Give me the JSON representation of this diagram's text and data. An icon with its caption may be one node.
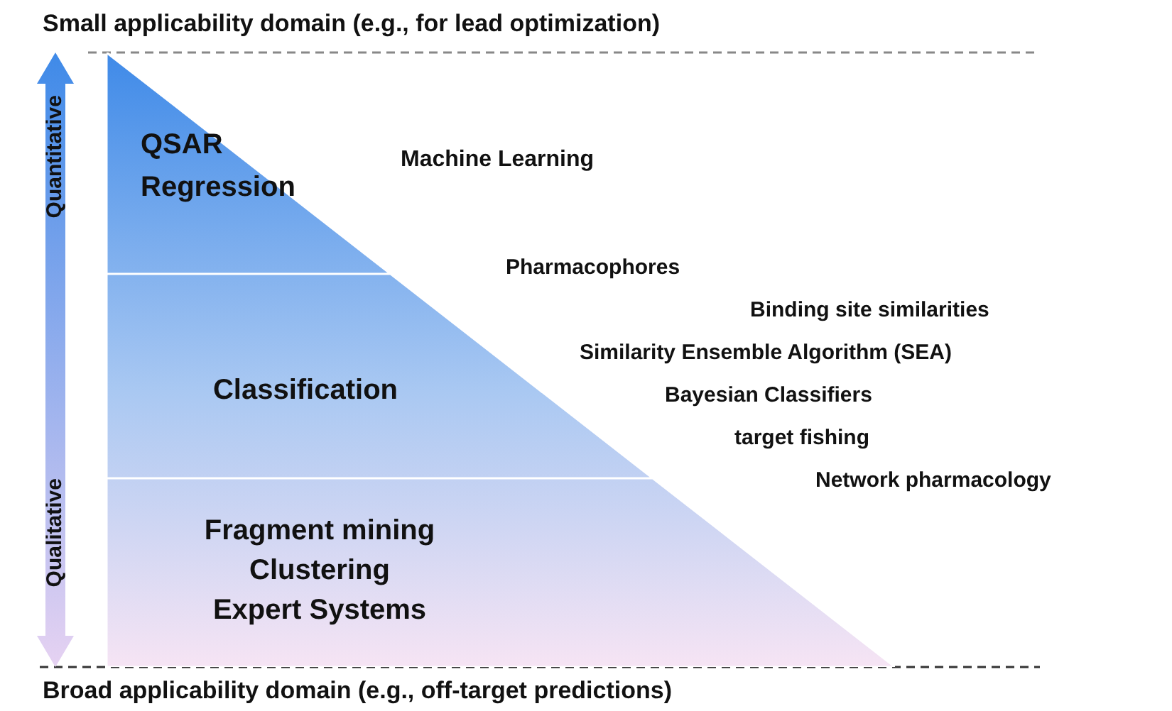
{
  "diagram": {
    "nodes": [
      {
        "text": [
          "QSAR Regression"
        ]
      },
      {
        "text": [
          "Classification"
        ]
      },
      {
        "text": [
          "Fragment mining",
          "Clustering",
          "Expert Systems"
        ]
      },
      {
        "text": [
          "Quantitative",
          "Qualitative"
        ]
      }
    ],
    "labels": [
      "Small applicability domain (e.g., for lead optimization)",
      "Machine Learning",
      "Pharmacophores",
      "Binding site similarities",
      "Similarity Ensemble Algorithm (SEA)",
      "Bayesian Classifiers",
      "target fishing",
      "Network pharmacology",
      "Broad applicability domain (e.g., off-target predictions)"
    ]
  }
}
